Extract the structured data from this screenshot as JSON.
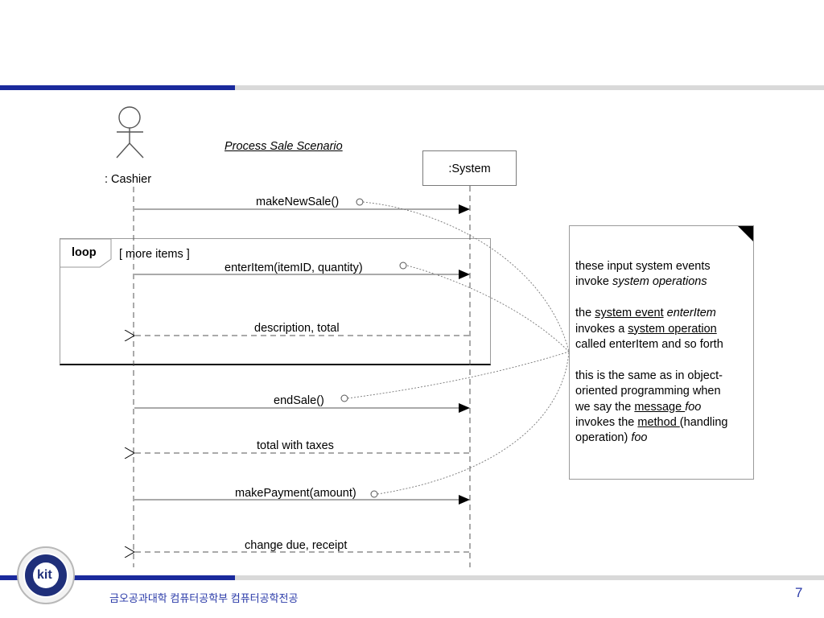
{
  "diagram": {
    "title": "Process Sale Scenario",
    "actor_label": ": Cashier",
    "system_label": ":System",
    "loop": {
      "keyword": "loop",
      "guard": "[ more items ]"
    },
    "messages": [
      {
        "label": "makeNewSale()",
        "kind": "call"
      },
      {
        "label": "enterItem(itemID, quantity)",
        "kind": "call"
      },
      {
        "label": "description, total",
        "kind": "return"
      },
      {
        "label": "endSale()",
        "kind": "call"
      },
      {
        "label": "total with taxes",
        "kind": "return"
      },
      {
        "label": "makePayment(amount)",
        "kind": "call"
      },
      {
        "label": "change due, receipt",
        "kind": "return"
      }
    ],
    "note": {
      "p1_line1": "these input system events",
      "p1_invoke": "invoke ",
      "p1_em": "system operations",
      "p2_the": "the ",
      "p2_system_event": "system event",
      "p2_enteritem": "enterItem",
      "p2_invokes_a": "invokes a ",
      "p2_system_operation": "system operation",
      "p2_tail": "called enterItem and so forth",
      "p3_line1": "this is the same as in object-",
      "p3_line2": "oriented programming when",
      "p3_we_say": "we say the ",
      "p3_message": "message ",
      "p3_foo1": "foo",
      "p3_invokes_the": "invokes the ",
      "p3_method": "method ",
      "p3_handling": "(handling",
      "p3_operation": "operation) ",
      "p3_foo2": "foo"
    }
  },
  "footer": {
    "institution": "금오공과대학 컴퓨터공학부 컴퓨터공학전공",
    "page_number": "7",
    "logo_text": "kit"
  },
  "colors": {
    "accent_blue": "#1a2a9c",
    "rule_gray": "#d9d9d9",
    "footer_text": "#2a3aa8"
  }
}
